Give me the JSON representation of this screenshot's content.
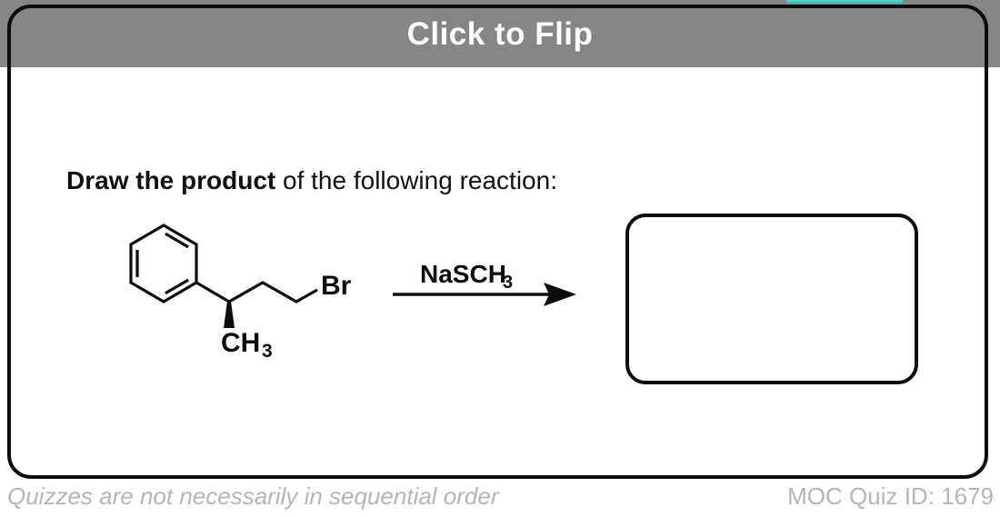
{
  "header": {
    "flip_label": "Click to Flip"
  },
  "question": {
    "prompt_bold": "Draw the product",
    "prompt_rest": " of the following reaction:"
  },
  "reaction": {
    "reagent": {
      "main": "NaSCH",
      "sub": "3"
    },
    "reactant_labels": {
      "methyl_main": "CH",
      "methyl_sub": "3",
      "halide": "Br"
    }
  },
  "footer": {
    "note": "Quizzes are not necessarily in sequential order",
    "quiz_id": "MOC Quiz ID: 1679"
  },
  "colors": {
    "banner_gray": "#868686",
    "accent_teal": "#49cbcb",
    "muted_text": "#b5b5b5",
    "ink": "#0d0d0d"
  }
}
